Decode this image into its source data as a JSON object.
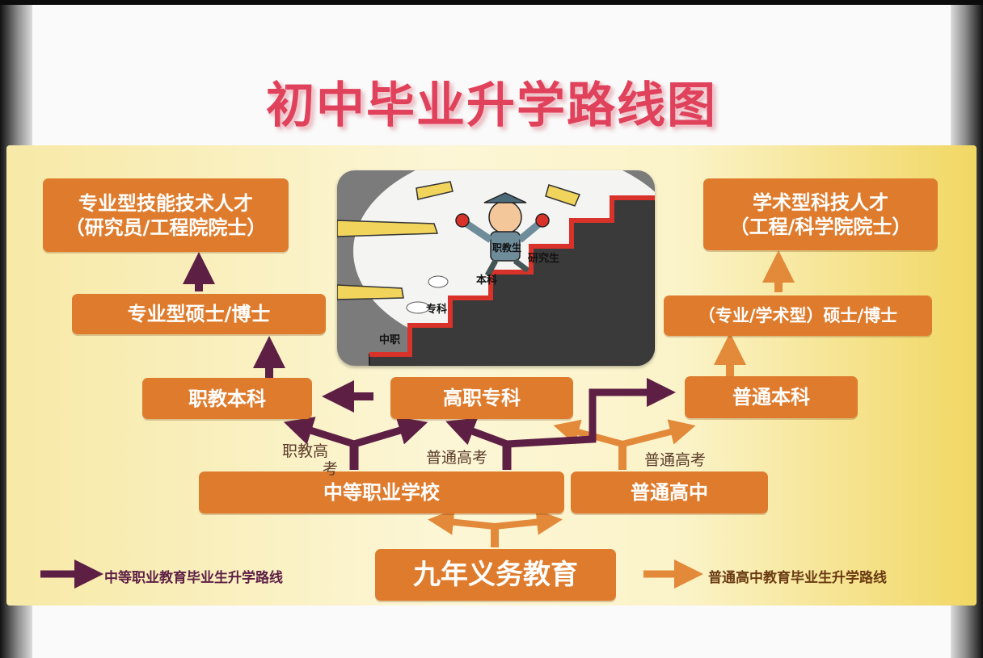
{
  "title": "初中毕业升学路线图",
  "boxes": {
    "top_left_line1": "专业型技能技术人才",
    "top_left_line2": "（研究员/工程院院士）",
    "top_right_line1": "学术型科技人才",
    "top_right_line2": "（工程/科学院院士）",
    "pro_master": "专业型硕士/博士",
    "acad_master": "（专业/学术型）硕士/博士",
    "vocational_bachelor": "职教本科",
    "higher_vocational": "高职专科",
    "regular_bachelor": "普通本科",
    "secondary_vocational": "中等职业学校",
    "regular_high": "普通高中",
    "compulsory": "九年义务教育"
  },
  "labels": {
    "vocational_exam_a": "职教高",
    "vocational_exam_b": "考",
    "regular_exam_left": "普通高考",
    "regular_exam_right": "普通高考"
  },
  "illustration": {
    "step_1": "中职",
    "step_2": "专科",
    "step_3": "本科",
    "student_tag": "职教生",
    "step_4": "研究生"
  },
  "legend": {
    "purple_label": "中等职业教育毕业生升学路线",
    "orange_label": "普通高中教育毕业生升学路线"
  },
  "colors": {
    "box": "#df7b2c",
    "purple_route": "#5e1f45",
    "orange_route": "#e2893a",
    "title": "#e0415b"
  }
}
